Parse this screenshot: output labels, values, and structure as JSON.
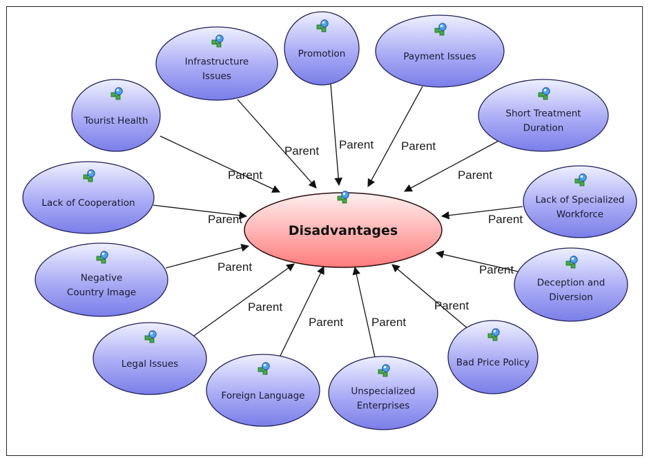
{
  "diagram": {
    "center": {
      "label": "Disadvantages",
      "icon": "network-node-icon"
    },
    "edge_label": "Parent",
    "colors": {
      "node_fill_top": "#eef0ff",
      "node_fill_bottom": "#7b7ee8",
      "node_stroke": "#1f1f5a",
      "center_fill_top": "#ffe8e8",
      "center_fill_bottom": "#ff8a8a",
      "center_stroke": "#2a0a0a",
      "edge_color": "#111111"
    },
    "nodes": [
      {
        "id": "promotion",
        "lines": [
          "Promotion"
        ]
      },
      {
        "id": "payment-issues",
        "lines": [
          "Payment Issues"
        ]
      },
      {
        "id": "infrastructure-issues",
        "lines": [
          "Infrastructure",
          "Issues"
        ]
      },
      {
        "id": "short-treatment-duration",
        "lines": [
          "Short Treatment",
          "Duration"
        ]
      },
      {
        "id": "tourist-health",
        "lines": [
          "Tourist Health"
        ]
      },
      {
        "id": "lack-of-cooperation",
        "lines": [
          "Lack of Cooperation"
        ]
      },
      {
        "id": "lack-of-specialized-workforce",
        "lines": [
          "Lack of Specialized",
          "Workforce"
        ]
      },
      {
        "id": "negative-country-image",
        "lines": [
          "Negative",
          "Country Image"
        ]
      },
      {
        "id": "deception-and-diversion",
        "lines": [
          "Deception and",
          "Diversion"
        ]
      },
      {
        "id": "legal-issues",
        "lines": [
          "Legal Issues"
        ]
      },
      {
        "id": "bad-price-policy",
        "lines": [
          "Bad Price Policy"
        ]
      },
      {
        "id": "foreign-language",
        "lines": [
          "Foreign Language"
        ]
      },
      {
        "id": "unspecialized-enterprises",
        "lines": [
          "Unspecialized",
          "Enterprises"
        ]
      }
    ]
  }
}
